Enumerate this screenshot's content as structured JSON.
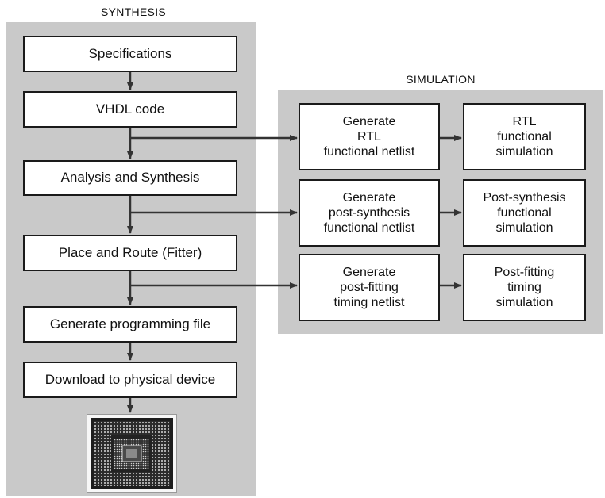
{
  "synthesis": {
    "title": "SYNTHESIS",
    "steps": [
      "Specifications",
      "VHDL code",
      "Analysis and Synthesis",
      "Place and Route (Fitter)",
      "Generate programming file",
      "Download to physical device"
    ]
  },
  "simulation": {
    "title": "SIMULATION",
    "rows": [
      {
        "netlist": "Generate\nRTL\nfunctional netlist",
        "simulation": "RTL\nfunctional\nsimulation"
      },
      {
        "netlist": "Generate\npost-synthesis\nfunctional netlist",
        "simulation": "Post-synthesis\nfunctional\nsimulation"
      },
      {
        "netlist": "Generate\npost-fitting\ntiming netlist",
        "simulation": "Post-fitting\ntiming\nsimulation"
      }
    ]
  },
  "colors": {
    "panel": "#c9c9c9",
    "box_border": "#1a1a1a",
    "arrow": "#333333"
  },
  "device_image": "fpga-chip-package"
}
